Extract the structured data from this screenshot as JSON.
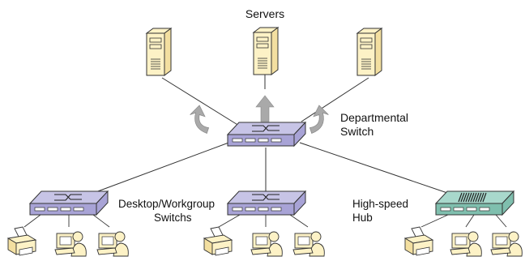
{
  "diagram": {
    "servers_label": "Servers",
    "departmental_switch_label": [
      "Departmental",
      "Switch"
    ],
    "workgroup_switch_label": [
      "Desktop/Workgroup",
      "Switchs"
    ],
    "hub_label": [
      "High-speed",
      "Hub"
    ],
    "colors": {
      "server_fill": "#fdf2c6",
      "switch_top": "#c7c4e6",
      "switch_shadow": "#a8a3d6",
      "hub_top": "#a8d8cc",
      "hub_shadow": "#7fbfae",
      "arrow_gray": "#a9a9a9",
      "line": "#333333",
      "device_fill": "#fdf2c6"
    },
    "icons": {
      "server": "server-tower-icon",
      "switch": "network-switch-icon",
      "hub": "network-hub-icon",
      "printer": "printer-icon",
      "workstation": "user-workstation-icon",
      "arrow": "uplink-arrow-icon"
    }
  }
}
